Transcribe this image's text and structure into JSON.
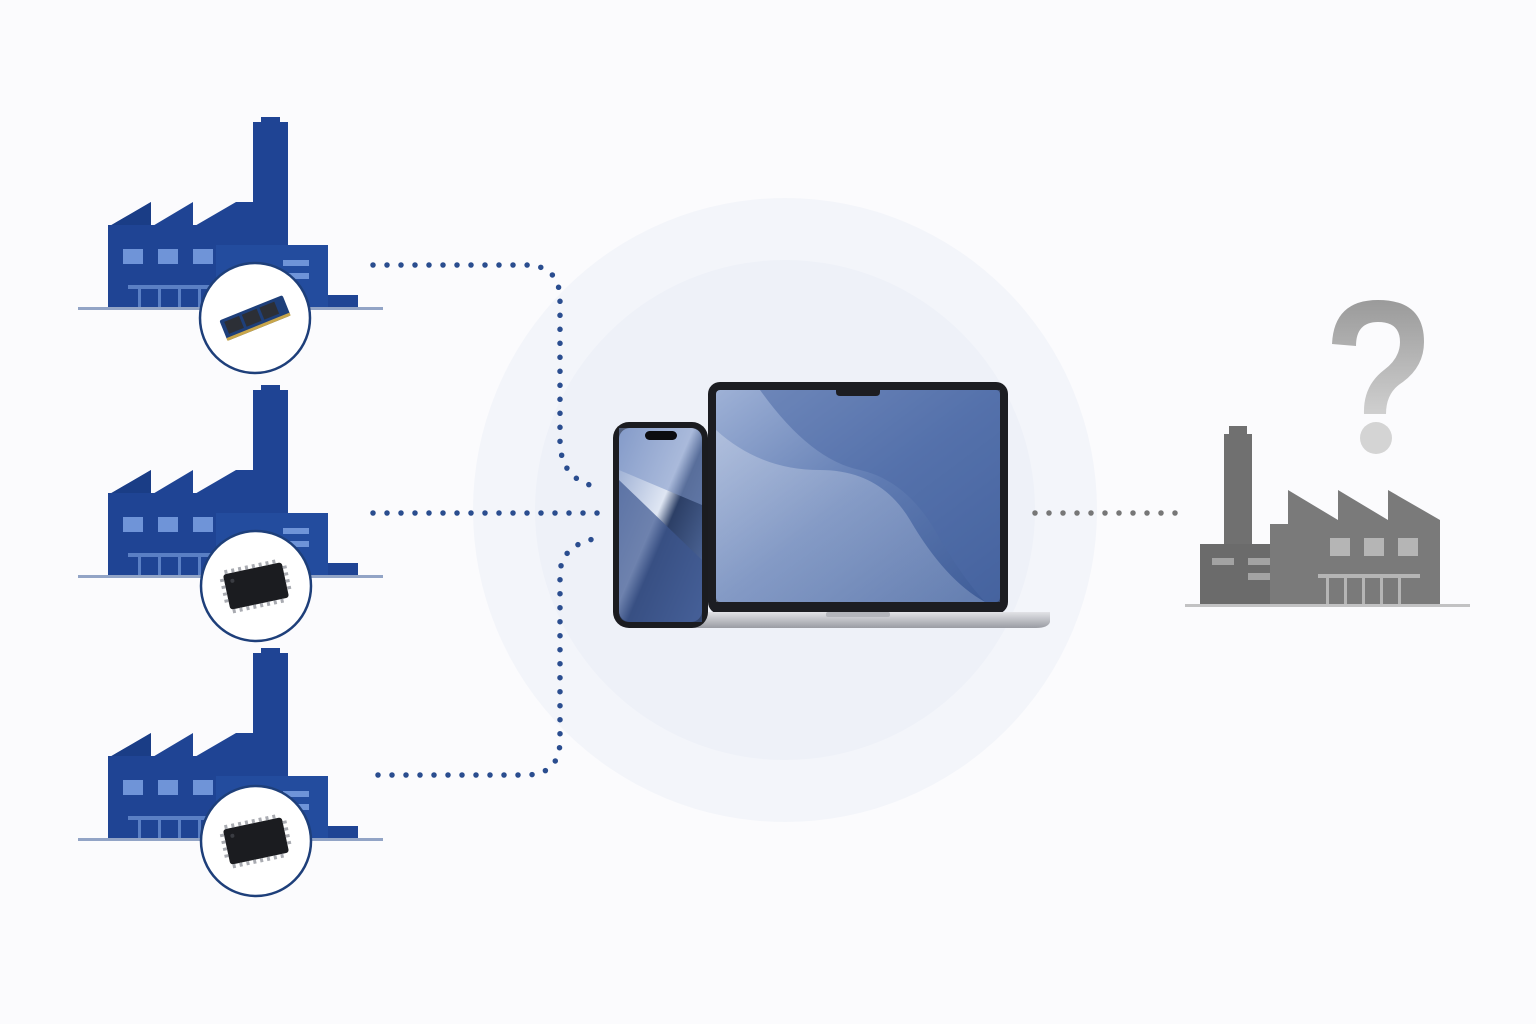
{
  "diagram": {
    "suppliers": [
      {
        "component": "memory-module"
      },
      {
        "component": "chip"
      },
      {
        "component": "chip"
      }
    ],
    "devices": [
      "smartphone",
      "laptop"
    ],
    "unknown_supplier": {
      "symbol": "?"
    }
  },
  "colors": {
    "supplier_blue": "#1f4494",
    "connector_blue": "#2a4d8f",
    "unknown_gray": "#6b6b6b",
    "halo": "#eef1f8"
  }
}
